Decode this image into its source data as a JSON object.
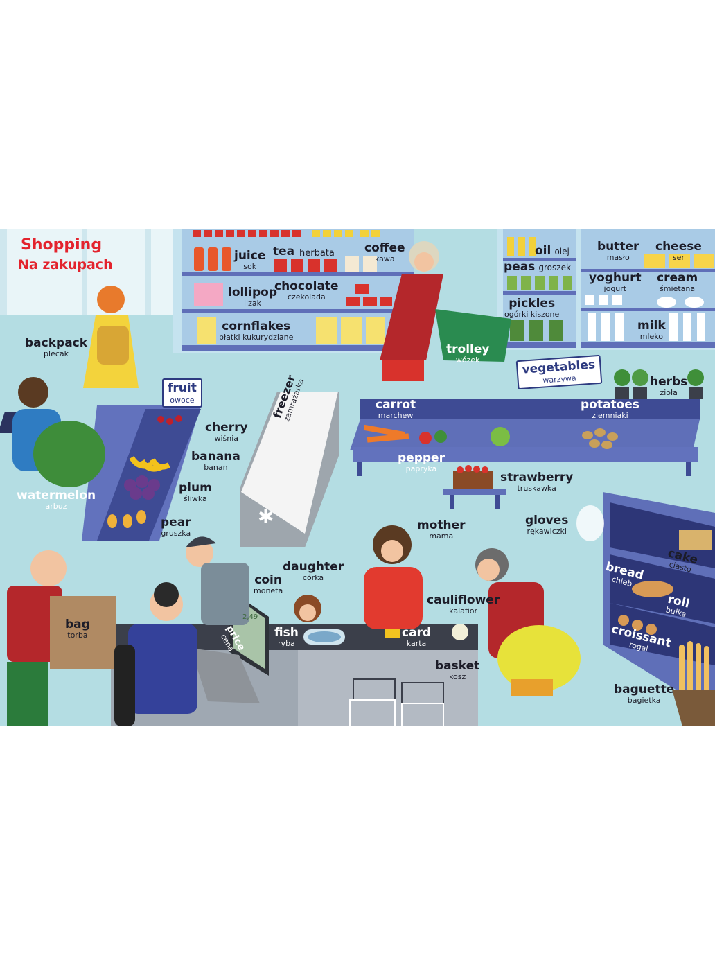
{
  "title": {
    "english": "Shopping",
    "polish": "Na zakupach"
  },
  "labels": {
    "juice": {
      "en": "juice",
      "pl": "sok"
    },
    "tea": {
      "en": "tea",
      "pl": "herbata"
    },
    "coffee": {
      "en": "coffee",
      "pl": "kawa"
    },
    "lollipop": {
      "en": "lollipop",
      "pl": "lizak"
    },
    "chocolate": {
      "en": "chocolate",
      "pl": "czekolada"
    },
    "cornflakes": {
      "en": "cornflakes",
      "pl": "płatki kukurydziane"
    },
    "oil": {
      "en": "oil",
      "pl": "olej"
    },
    "peas": {
      "en": "peas",
      "pl": "groszek"
    },
    "pickles": {
      "en": "pickles",
      "pl": "ogórki kiszone"
    },
    "butter": {
      "en": "butter",
      "pl": "masło"
    },
    "cheese": {
      "en": "cheese",
      "pl": "ser"
    },
    "yoghurt": {
      "en": "yoghurt",
      "pl": "jogurt"
    },
    "cream": {
      "en": "cream",
      "pl": "śmietana"
    },
    "milk": {
      "en": "milk",
      "pl": "mleko"
    },
    "trolley": {
      "en": "trolley",
      "pl": "wózek"
    },
    "vegetables": {
      "en": "vegetables",
      "pl": "warzywa"
    },
    "herbs": {
      "en": "herbs",
      "pl": "zioła"
    },
    "backpack": {
      "en": "backpack",
      "pl": "plecak"
    },
    "fruit": {
      "en": "fruit",
      "pl": "owoce"
    },
    "cherry": {
      "en": "cherry",
      "pl": "wiśnia"
    },
    "banana": {
      "en": "banana",
      "pl": "banan"
    },
    "plum": {
      "en": "plum",
      "pl": "śliwka"
    },
    "pear": {
      "en": "pear",
      "pl": "gruszka"
    },
    "watermelon": {
      "en": "watermelon",
      "pl": "arbuz"
    },
    "freezer": {
      "en": "freezer",
      "pl": "zamrażarka"
    },
    "carrot": {
      "en": "carrot",
      "pl": "marchew"
    },
    "potatoes": {
      "en": "potatoes",
      "pl": "ziemniaki"
    },
    "pepper": {
      "en": "pepper",
      "pl": "papryka"
    },
    "strawberry": {
      "en": "strawberry",
      "pl": "truskawka"
    },
    "gloves": {
      "en": "gloves",
      "pl": "rękawiczki"
    },
    "mother": {
      "en": "mother",
      "pl": "mama"
    },
    "daughter": {
      "en": "daughter",
      "pl": "córka"
    },
    "coin": {
      "en": "coin",
      "pl": "moneta"
    },
    "cauliflower": {
      "en": "cauliflower",
      "pl": "kalafior"
    },
    "cake": {
      "en": "cake",
      "pl": "ciasto"
    },
    "bread": {
      "en": "bread",
      "pl": "chleb"
    },
    "roll": {
      "en": "roll",
      "pl": "bułka"
    },
    "croissant": {
      "en": "croissant",
      "pl": "rogal"
    },
    "bag": {
      "en": "bag",
      "pl": "torba"
    },
    "price": {
      "en": "price",
      "pl": "cena"
    },
    "fish": {
      "en": "fish",
      "pl": "ryba"
    },
    "card": {
      "en": "card",
      "pl": "karta"
    },
    "basket": {
      "en": "basket",
      "pl": "kosz"
    },
    "baguette": {
      "en": "baguette",
      "pl": "bagietka"
    }
  },
  "screen_readout": "2,49",
  "colors": {
    "floor": "#b4dde3",
    "shelf": "#5f6fb8",
    "shelf_dark": "#3e4b94",
    "title_red": "#e3232d",
    "label_ink": "#1c1c28"
  }
}
